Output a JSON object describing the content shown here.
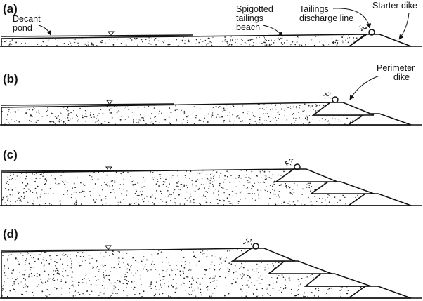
{
  "panels": [
    {
      "label": "(a)",
      "stage": 1
    },
    {
      "label": "(b)",
      "stage": 2
    },
    {
      "label": "(c)",
      "stage": 3
    },
    {
      "label": "(d)",
      "stage": 4
    }
  ],
  "annotations": {
    "decant_pond": [
      "Decant",
      "pond"
    ],
    "spigotted_beach": [
      "Spigotted",
      "tailings",
      "beach"
    ],
    "discharge_line": [
      "Tailings",
      "discharge line"
    ],
    "starter_dike": "Starter dike",
    "perimeter_dike": [
      "Perimeter",
      "dike"
    ]
  },
  "symbols": {
    "water_level": "inverted-triangle",
    "discharge_pipe": "circle"
  }
}
